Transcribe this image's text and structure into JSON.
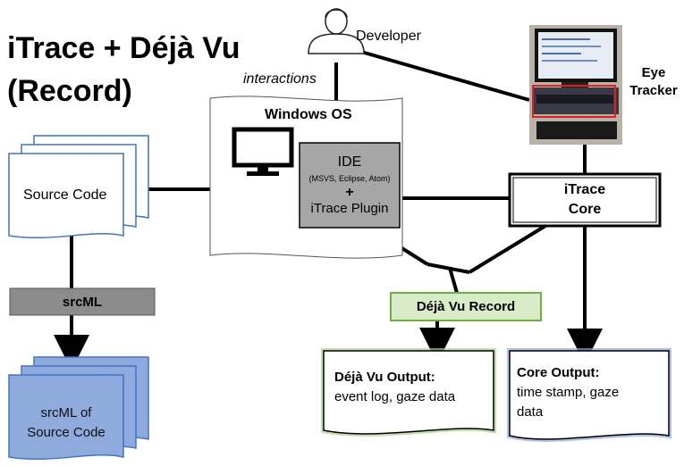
{
  "title_line1": "iTrace + Déjà Vu",
  "title_line2": "(Record)",
  "developer": "Developer",
  "interactions": "interactions",
  "windows_os": "Windows OS",
  "eye_tracker_line1": "Eye",
  "eye_tracker_line2": "Tracker",
  "ide": {
    "title": "IDE",
    "sub": "(MSVS, Eclipse, Atom)",
    "plus": "+",
    "plugin": "iTrace Plugin"
  },
  "source_code": "Source Code",
  "itrace_core_line1": "iTrace",
  "itrace_core_line2": "Core",
  "srcml": "srcML",
  "dejavu_record": "Déjà Vu Record",
  "srcml_of_line1": "srcML of",
  "srcml_of_line2": "Source Code",
  "dejavu_output": {
    "title": "Déjà Vu Output:",
    "body": "event log, gaze data"
  },
  "core_output": {
    "title": "Core Output:",
    "body_line1": "time stamp, gaze",
    "body_line2": "data"
  },
  "colors": {
    "ide_fill": "#a6a6a6",
    "srcml_fill": "#8c8c8c",
    "dejavu_fill": "#d8ecc8",
    "dejavu_border": "#70ad47",
    "doc_blue": "#4472c4",
    "srcml_doc_fill": "#8faadc",
    "green_glow": "#a9d18e",
    "blue_glow": "#8faadc"
  }
}
